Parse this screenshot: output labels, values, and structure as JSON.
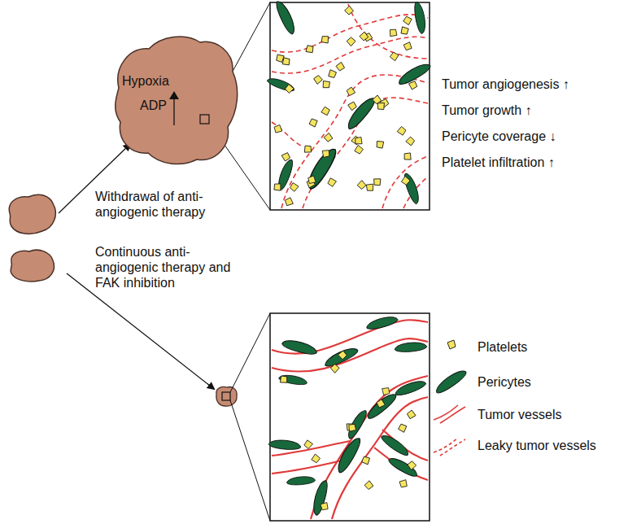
{
  "diagram": {
    "nodes": [
      {
        "text": [
          "Hypoxia",
          "ADP"
        ]
      }
    ],
    "labels": [
      "Withdrawal of anti-angiogenic therapy",
      "Tumor angiogenesis ↑",
      "Tumor growth ↑",
      "Pericyte coverage ↓",
      "Platelet infiltration ↑",
      "Continuous anti-angiogenic therapy and FAK inhibition"
    ],
    "legend": [
      {
        "text": "Platelets"
      },
      {
        "text": "Pericytes"
      },
      {
        "text": "Tumor vessels"
      },
      {
        "text": "Leaky tumor vessels"
      }
    ]
  }
}
